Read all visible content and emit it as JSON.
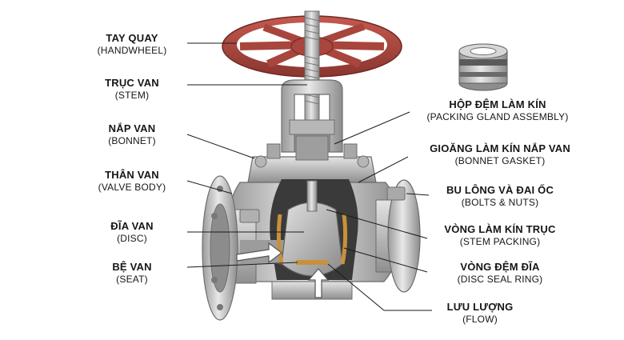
{
  "labels": {
    "handwheel": {
      "vi": "TAY QUAY",
      "en": "(HANDWHEEL)"
    },
    "stem": {
      "vi": "TRỤC VAN",
      "en": "(STEM)"
    },
    "bonnet": {
      "vi": "NẮP VAN",
      "en": "(BONNET)"
    },
    "valve_body": {
      "vi": "THÂN VAN",
      "en": "(VALVE BODY)"
    },
    "disc": {
      "vi": "ĐĨA VAN",
      "en": "(DISC)"
    },
    "seat": {
      "vi": "BỆ VAN",
      "en": "(SEAT)"
    },
    "packing_gland": {
      "vi": "HỘP ĐỆM LÀM KÍN",
      "en": "(PACKING GLAND ASSEMBLY)"
    },
    "bonnet_gasket": {
      "vi": "GIOĂNG LÀM KÍN NẮP VAN",
      "en": "(BONNET GASKET)"
    },
    "bolts_nuts": {
      "vi": "BU LÔNG VÀ ĐAI ỐC",
      "en": "(BOLTS & NUTS)"
    },
    "stem_packing": {
      "vi": "VÒNG LÀM KÍN TRỤC",
      "en": "(STEM PACKING)"
    },
    "disc_seal": {
      "vi": "VÒNG ĐỆM ĐĨA",
      "en": "(DISC SEAL RING)"
    },
    "flow": {
      "vi": "LƯU LƯỢNG",
      "en": "(FLOW)"
    }
  },
  "colors": {
    "handwheel": "#a8453d",
    "metal": "#c9c9c9",
    "metal_dark": "#7d7d7d",
    "cutaway": "#3a3a3a",
    "seal_ring": "#c8913a",
    "leader": "#1a1a1a"
  },
  "icons": [
    "handwheel-icon",
    "flow-arrow-icon",
    "packing-ring-icon"
  ]
}
